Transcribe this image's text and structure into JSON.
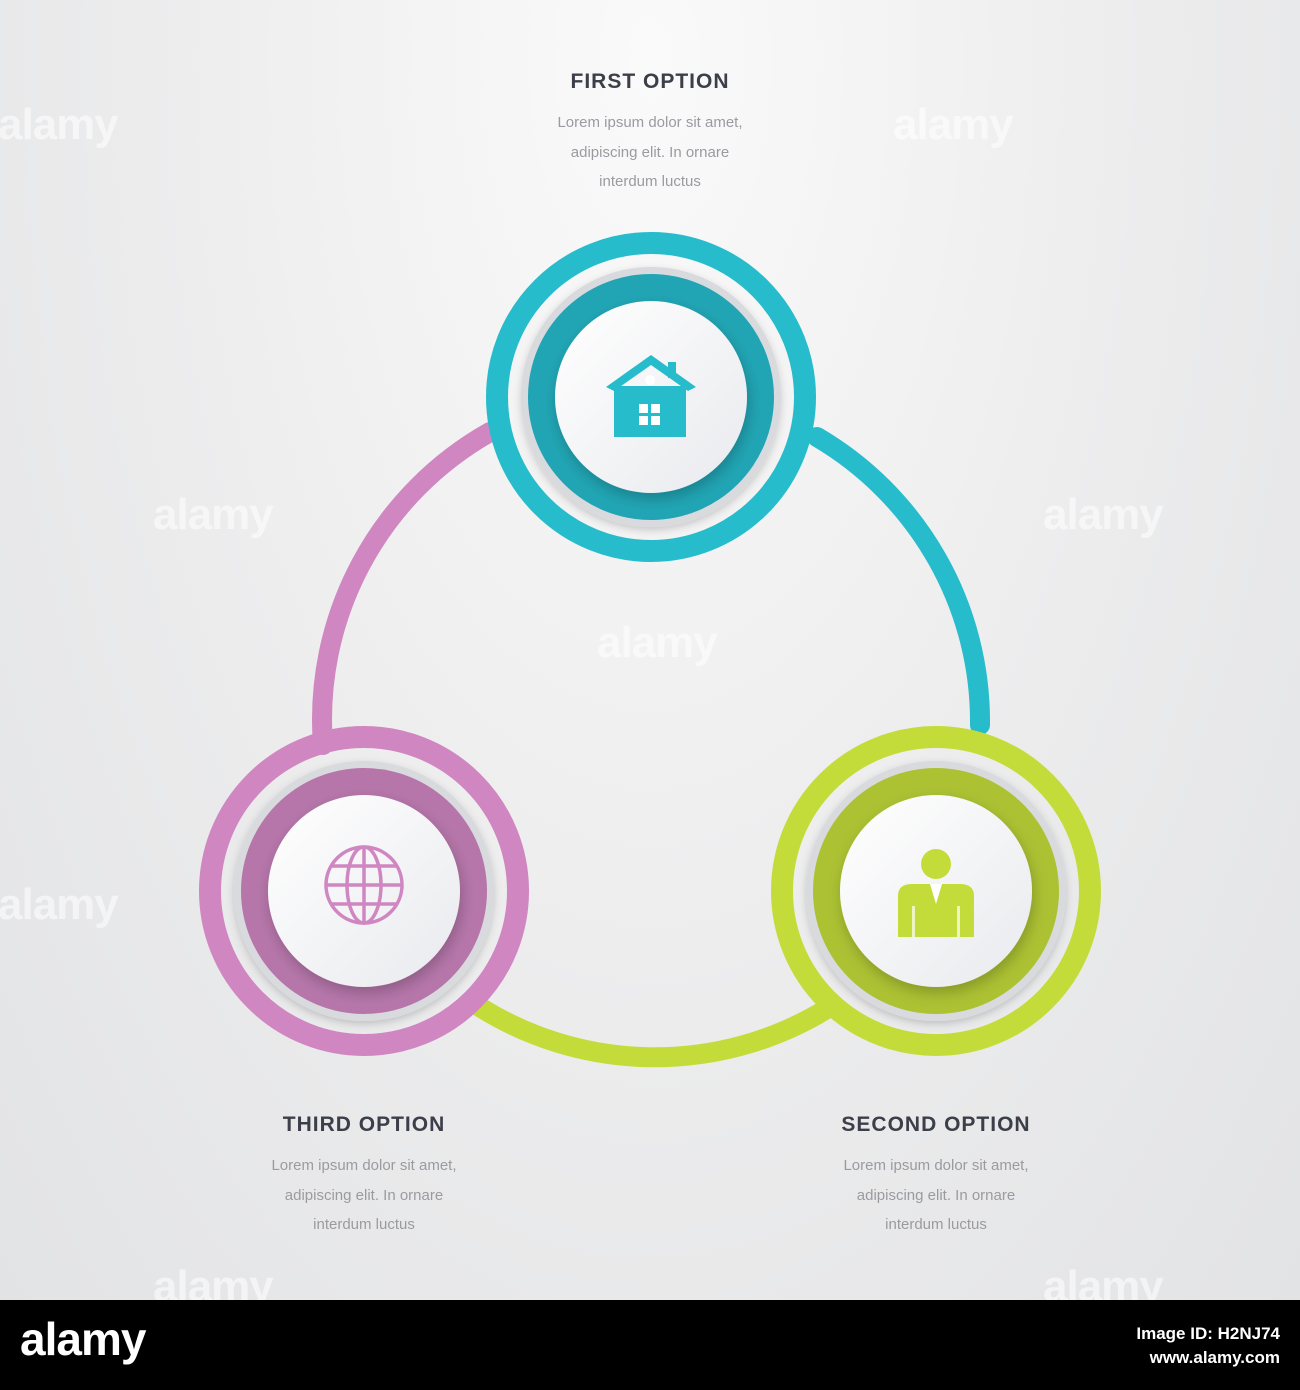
{
  "options": [
    {
      "title": "FIRST OPTION",
      "description": "Lorem ipsum dolor sit amet,\nadipiscing elit. In ornare\ninterdum luctus",
      "icon": "house-icon",
      "color": "#26bccc"
    },
    {
      "title": "SECOND OPTION",
      "description": "Lorem ipsum dolor sit amet,\nadipiscing elit. In ornare\ninterdum luctus",
      "icon": "person-icon",
      "color": "#c4dc3a"
    },
    {
      "title": "THIRD OPTION",
      "description": "Lorem ipsum dolor sit amet,\nadipiscing elit. In ornare\ninterdum luctus",
      "icon": "globe-icon",
      "color": "#cf86c1"
    }
  ],
  "watermark": "alamy",
  "footer": {
    "logo": "alamy",
    "image_id": "Image ID: H2NJ74",
    "site": "www.alamy.com"
  }
}
